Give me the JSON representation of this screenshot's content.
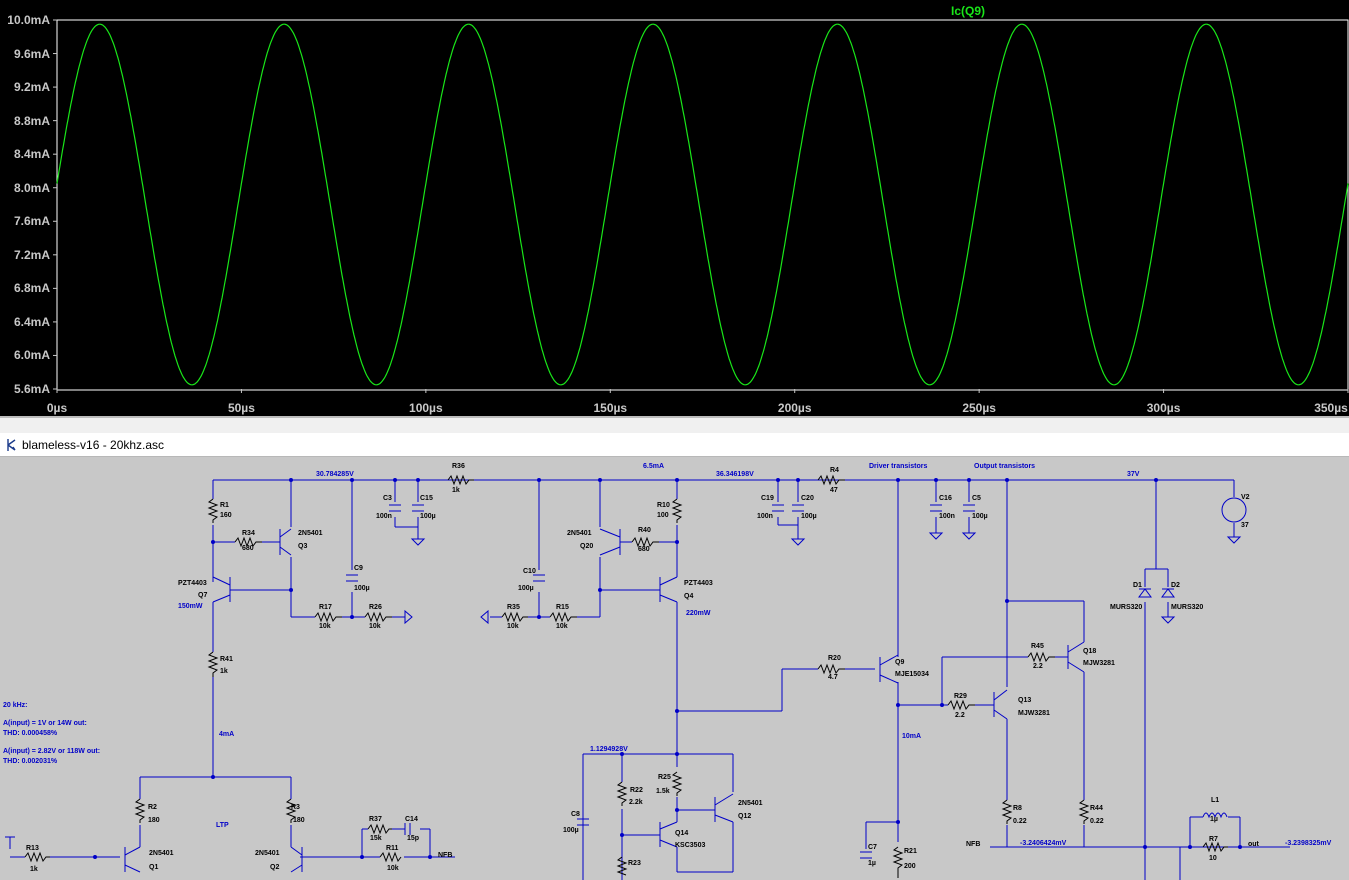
{
  "waveform": {
    "trace_name": "Ic(Q9)",
    "trace_color": "#19e619",
    "background": "#000000",
    "y_ticks": [
      "10.0mA",
      "9.6mA",
      "9.2mA",
      "8.8mA",
      "8.4mA",
      "8.0mA",
      "7.6mA",
      "7.2mA",
      "6.8mA",
      "6.4mA",
      "6.0mA",
      "5.6mA"
    ],
    "x_ticks": [
      "0µs",
      "50µs",
      "100µs",
      "150µs",
      "200µs",
      "250µs",
      "300µs",
      "350µs"
    ]
  },
  "chart_data": {
    "type": "line",
    "title": "Ic(Q9)",
    "xlabel": "",
    "ylabel": "",
    "x_unit": "µs",
    "y_unit": "mA",
    "xlim": [
      0,
      350
    ],
    "ylim": [
      5.6,
      10.0
    ],
    "grid": false,
    "series": [
      {
        "name": "Ic(Q9)",
        "color": "#19e619",
        "waveform": "sine",
        "frequency_khz": 20,
        "offset_ma": 7.8,
        "amplitude_ma": 2.15,
        "x": [
          0,
          12.5,
          25,
          37.5,
          50,
          62.5,
          75,
          87.5,
          100,
          112.5,
          125,
          137.5,
          150,
          162.5,
          175,
          187.5,
          200,
          212.5,
          225,
          237.5,
          250,
          262.5,
          275,
          287.5,
          300,
          312.5,
          325,
          337.5,
          350
        ],
        "y": [
          8.05,
          9.95,
          7.8,
          5.65,
          7.8,
          9.95,
          7.8,
          5.65,
          7.8,
          9.95,
          7.8,
          5.65,
          7.8,
          9.95,
          7.8,
          5.65,
          7.8,
          9.95,
          7.8,
          5.65,
          7.8,
          9.95,
          7.8,
          5.65,
          7.8,
          9.95,
          7.8,
          5.65,
          7.8
        ]
      }
    ]
  },
  "schematic_window": {
    "title": "blameless-v16 - 20khz.asc"
  },
  "schematic": {
    "net_labels": {
      "rail_left": "30.784285V",
      "rail_mid": "36.346198V",
      "current_6_5": "6.5mA",
      "driver": "Driver transistors",
      "output": "Output transistors",
      "supply": "37V",
      "ltp_current": "4mA",
      "ltp": "LTP",
      "node_1129": "1.1294928V",
      "q9_current": "10mA",
      "nfb_node": "-3.2406424mV",
      "out_node": "-3.2398325mV",
      "nfb1": "NFB",
      "nfb2": "NFB",
      "out": "out",
      "q7_power": "150mW",
      "q4_power": "220mW"
    },
    "components": {
      "R36": [
        "R36",
        "1k"
      ],
      "R1": [
        "R1",
        "160"
      ],
      "R34": [
        "R34",
        "680"
      ],
      "Q3": [
        "2N5401",
        "Q3"
      ],
      "C3": [
        "C3",
        "100n"
      ],
      "C15": [
        "C15",
        "100µ"
      ],
      "C9": [
        "C9",
        "100µ"
      ],
      "R17": [
        "R17",
        "10k"
      ],
      "R26": [
        "R26",
        "10k"
      ],
      "Q7": [
        "PZT4403",
        "Q7"
      ],
      "R41": [
        "R41",
        "1k"
      ],
      "R10": [
        "R10",
        "100"
      ],
      "R40": [
        "R40",
        "680"
      ],
      "Q20": [
        "2N5401",
        "Q20"
      ],
      "C10": [
        "C10",
        "100µ"
      ],
      "R35": [
        "R35",
        "10k"
      ],
      "R15": [
        "R15",
        "10k"
      ],
      "Q4": [
        "PZT4403",
        "Q4"
      ],
      "R4": [
        "R4",
        "47"
      ],
      "C19": [
        "C19",
        "100n"
      ],
      "C20": [
        "C20",
        "100µ"
      ],
      "C16": [
        "C16",
        "100n"
      ],
      "C5": [
        "C5",
        "100µ"
      ],
      "V2": [
        "V2",
        "37"
      ],
      "D1": [
        "D1",
        "MURS320"
      ],
      "D2": [
        "D2",
        "MURS320"
      ],
      "R20": [
        "R20",
        "4.7"
      ],
      "Q9": [
        "Q9",
        "MJE15034"
      ],
      "R45": [
        "R45",
        "2.2"
      ],
      "Q18": [
        "Q18",
        "MJW3281"
      ],
      "R29": [
        "R29",
        "2.2"
      ],
      "Q13": [
        "Q13",
        "MJW3281"
      ],
      "R2": [
        "R2",
        "180"
      ],
      "R3": [
        "R3",
        "180"
      ],
      "R37": [
        "R37",
        "15k"
      ],
      "C14": [
        "C14",
        "15p"
      ],
      "R11": [
        "R11",
        "10k"
      ],
      "R13": [
        "R13",
        "1k"
      ],
      "Q1": [
        "2N5401",
        "Q1"
      ],
      "Q2": [
        "2N5401",
        "Q2"
      ],
      "R22": [
        "R22",
        "2.2k"
      ],
      "R25": [
        "R25",
        "1.5k"
      ],
      "Q14": [
        "Q14",
        "KSC3503"
      ],
      "Q12": [
        "2N5401",
        "Q12"
      ],
      "C8": [
        "C8",
        "100µ"
      ],
      "R23": [
        "R23",
        ""
      ],
      "C7": [
        "C7",
        "1µ"
      ],
      "R21": [
        "R21",
        "200"
      ],
      "R8": [
        "R8",
        "0.22"
      ],
      "R44": [
        "R44",
        "0.22"
      ],
      "L1": [
        "L1",
        "1µ"
      ],
      "R7": [
        "R7",
        "10"
      ]
    },
    "note": {
      "line1": "20 kHz:",
      "line2": "A(input) = 1V or 14W out:",
      "line3": "THD: 0.000458%",
      "line4": "A(input) = 2.82V or 118W out:",
      "line5": "THD: 0.002031%"
    }
  }
}
